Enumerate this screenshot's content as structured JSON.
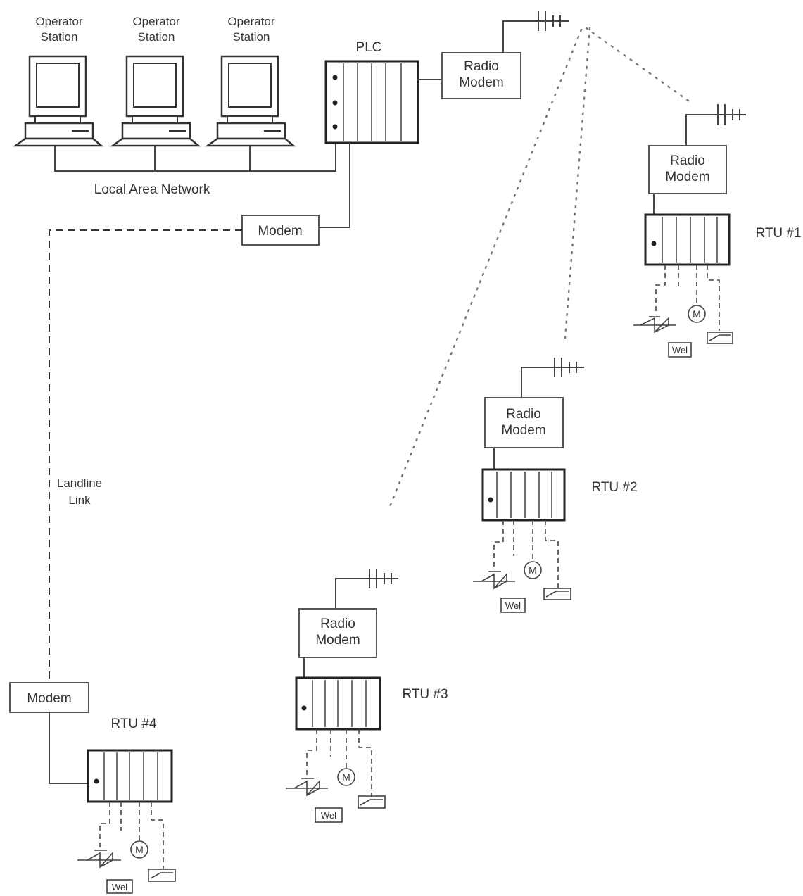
{
  "operator_stations": [
    {
      "label_line1": "Operator",
      "label_line2": "Station"
    },
    {
      "label_line1": "Operator",
      "label_line2": "Station"
    },
    {
      "label_line1": "Operator",
      "label_line2": "Station"
    }
  ],
  "plc": {
    "label": "PLC"
  },
  "central_radio_modem": {
    "line1": "Radio",
    "line2": "Modem"
  },
  "lan_label": "Local Area Network",
  "central_modem": {
    "label": "Modem"
  },
  "landline_link": {
    "line1": "Landline",
    "line2": "Link"
  },
  "rtus": [
    {
      "id": "rtu1",
      "label": "RTU #1",
      "radio_line1": "Radio",
      "radio_line2": "Modem",
      "motor_letter": "M",
      "tag": "Wel"
    },
    {
      "id": "rtu2",
      "label": "RTU #2",
      "radio_line1": "Radio",
      "radio_line2": "Modem",
      "motor_letter": "M",
      "tag": "Wel"
    },
    {
      "id": "rtu3",
      "label": "RTU #3",
      "radio_line1": "Radio",
      "radio_line2": "Modem",
      "motor_letter": "M",
      "tag": "Wel"
    },
    {
      "id": "rtu4",
      "label": "RTU #4",
      "modem_label": "Modem",
      "motor_letter": "M",
      "tag": "Wel"
    }
  ]
}
